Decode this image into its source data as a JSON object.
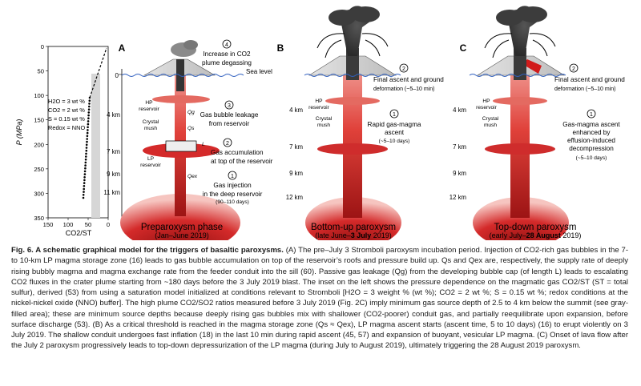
{
  "inset": {
    "ylabel": "P (MPa)",
    "xlabel": "CO2/ST",
    "y_ticks": [
      "0",
      "50",
      "100",
      "150",
      "200",
      "250",
      "300",
      "350"
    ],
    "x_ticks": [
      "150",
      "100",
      "50",
      "0"
    ],
    "conditions": [
      "H2O = 3 wt %",
      "CO2 = 2 wt %",
      "S = 0.15 wt %",
      "Redox = NNO"
    ]
  },
  "depth_labels_a": [
    "4 km",
    "7 km",
    "9 km",
    "11 km"
  ],
  "depth_labels_b": [
    "4 km",
    "7 km",
    "9 km",
    "12 km"
  ],
  "depth_labels_c": [
    "4 km",
    "7 km",
    "9 km",
    "12 km"
  ],
  "sea_level": "Sea level",
  "zero_label": "0",
  "panels": {
    "a": {
      "letter": "A",
      "title": "Preparoxysm phase",
      "subtitle": "(Jan–June 2019)",
      "steps": [
        {
          "num": "4",
          "text": [
            "Increase in CO2",
            "plume degassing"
          ]
        },
        {
          "num": "3",
          "text": [
            "Gas bubble leakage",
            "from reservoir"
          ]
        },
        {
          "num": "2",
          "text": [
            "Gas accumulation",
            "at top of the reservoir"
          ]
        },
        {
          "num": "1",
          "text": [
            "Gas injection",
            "in the deep reservoir"
          ],
          "note": "(90–110 days)"
        }
      ],
      "labels": {
        "hp": [
          "HP",
          "reservoir"
        ],
        "mush": [
          "Crystal",
          "mush"
        ],
        "lp": [
          "LP",
          "reservoir"
        ],
        "qs": "Qs",
        "qex": "Qex",
        "qg": "Qg",
        "layer": "L"
      }
    },
    "b": {
      "letter": "B",
      "title": "Bottom-up paroxysm",
      "subtitle_pre": "(late June–",
      "subtitle_bold": "3 July",
      "subtitle_post": " 2019)",
      "steps": [
        {
          "num": "2",
          "text": [
            "Final ascent and ground"
          ],
          "note": "deformation (~5–10 min)"
        },
        {
          "num": "1",
          "text": [
            "Rapid gas-magma",
            "ascent"
          ],
          "note": "(~5–10 days)"
        }
      ],
      "labels": {
        "hp": [
          "HP",
          "reservoir"
        ],
        "mush": [
          "Crystal",
          "mush"
        ]
      }
    },
    "c": {
      "letter": "C",
      "title": "Top-down paroxysm",
      "subtitle_pre": "(early July–",
      "subtitle_bold": "28 August",
      "subtitle_post": " 2019)",
      "steps": [
        {
          "num": "2",
          "text": [
            "Final ascent and ground"
          ],
          "note": "deformation (~5–10 min)"
        },
        {
          "num": "1",
          "text": [
            "Gas-magma ascent",
            "enhanced by",
            "effusion-induced",
            "decompression"
          ],
          "note": "(~5–10 days)"
        }
      ],
      "labels": {
        "hp": [
          "HP",
          "reservoir"
        ],
        "mush": [
          "Crystal",
          "mush"
        ]
      }
    }
  },
  "caption": {
    "fig_label": "Fig. 6. A schematic graphical model for the triggers of basaltic paroxysms.",
    "body": " (A) The pre–July 3 Stromboli paroxysm incubation period. Injection of CO2-rich gas bubbles in the 7- to 10-km LP magma storage zone (16) leads to gas bubble accumulation on top of the reservoir’s roofs and pressure build up. Qs and Qex are, respectively, the supply rate of deeply rising bubbly magma and magma exchange rate from the feeder conduit into the sill (60). Passive gas leakage (Qg) from the developing bubble cap (of length L) leads to escalating CO2 fluxes in the crater plume starting from ~180 days before the 3 July 2019 blast. The inset on the left shows the pressure dependence on the magmatic gas CO2/ST (ST = total sulfur), derived (53) from using a saturation model initialized at conditions relevant to Stromboli [H2O = 3 weight % (wt %); CO2 = 2 wt %; S = 0.15 wt %; redox conditions at the nickel-nickel oxide (NNO) buffer]. The high plume CO2/SO2 ratios measured before 3 July 2019 (Fig. 2C) imply minimum gas source depth of 2.5 to 4 km below the summit (see gray-filled area); these are minimum source depths because deeply rising gas bubbles mix with shallower (CO2-poorer) conduit gas, and partially reequilibrate upon expansion, before surface discharge (53). (B) As a critical threshold is reached in the magma storage zone (Qs ≈ Qex), LP magma ascent starts (ascent time, 5 to 10 days) (16) to erupt violently on 3 July 2019. The shallow conduit undergoes fast inflation (18) in the last 10 min during rapid ascent (45, 57) and expansion of buoyant, vesicular LP magma. (C) Onset of lava flow after the July 2 paroxysm progressively leads to top-down depressurization of the LP magma (during July to August 2019), ultimately triggering the 28 August 2019 paroxysm."
  }
}
